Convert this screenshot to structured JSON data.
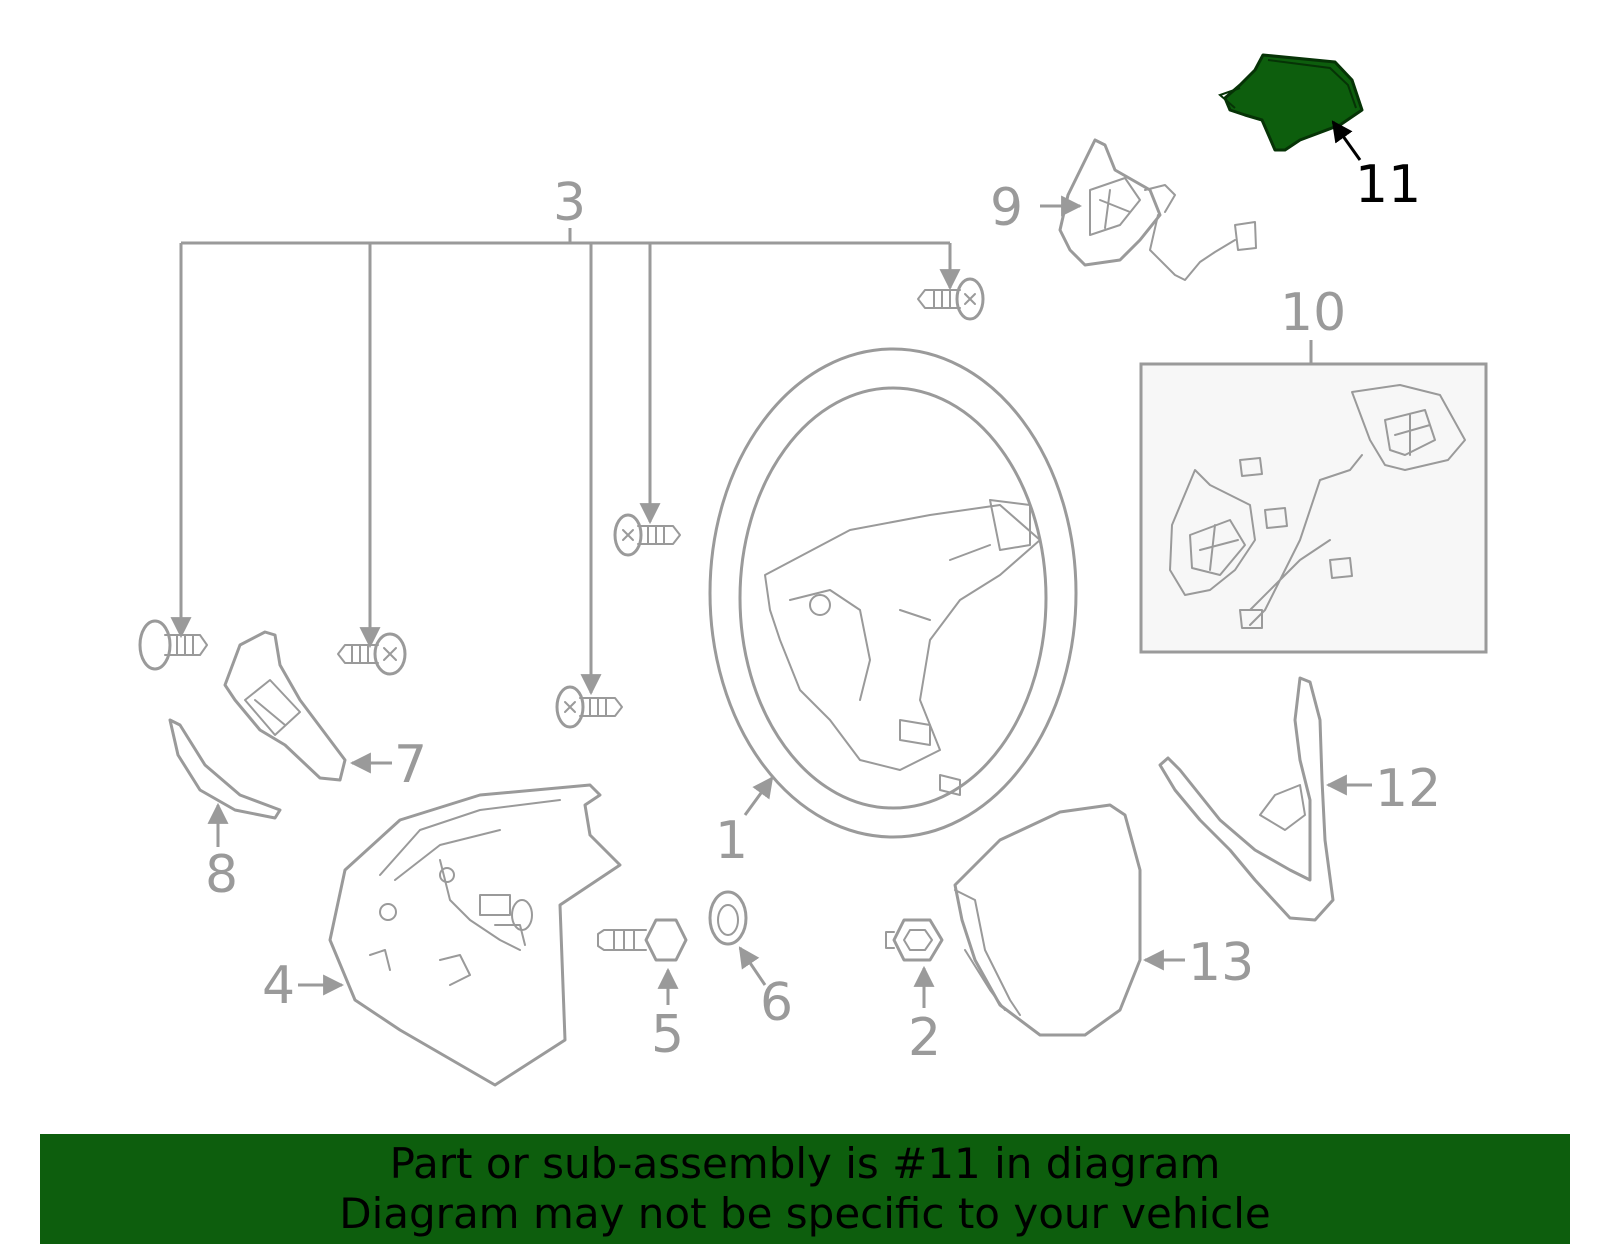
{
  "callouts": {
    "c1": "1",
    "c2": "2",
    "c3": "3",
    "c4": "4",
    "c5": "5",
    "c6": "6",
    "c7": "7",
    "c8": "8",
    "c9": "9",
    "c10": "10",
    "c11": "11",
    "c12": "12",
    "c13": "13"
  },
  "highlight": {
    "part_number": "11",
    "color": "#0d5e0d"
  },
  "banner": {
    "line1": "Part or sub-assembly is #11 in diagram",
    "line2": "Diagram may not be specific to your vehicle",
    "background": "#0d5e0d"
  }
}
